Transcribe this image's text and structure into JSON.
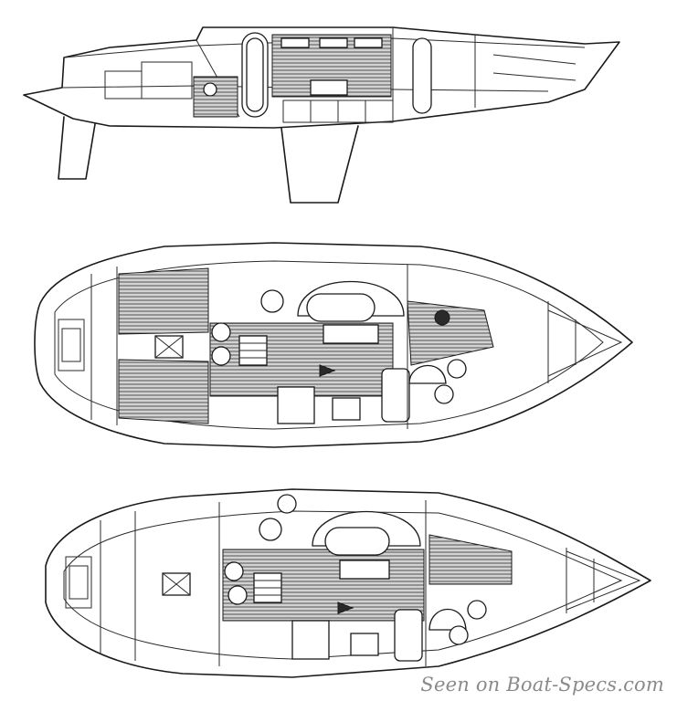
{
  "diagram": {
    "watermark": "Seen on Boat-Specs.com",
    "colors": {
      "ink": "#1a1a1a",
      "background": "#ffffff",
      "watermark": "#8a8a8a"
    },
    "views": [
      {
        "id": "profile-view",
        "kind": "side-profile"
      },
      {
        "id": "plan-view-a",
        "kind": "accommodation-plan"
      },
      {
        "id": "plan-view-b",
        "kind": "accommodation-plan"
      }
    ]
  }
}
